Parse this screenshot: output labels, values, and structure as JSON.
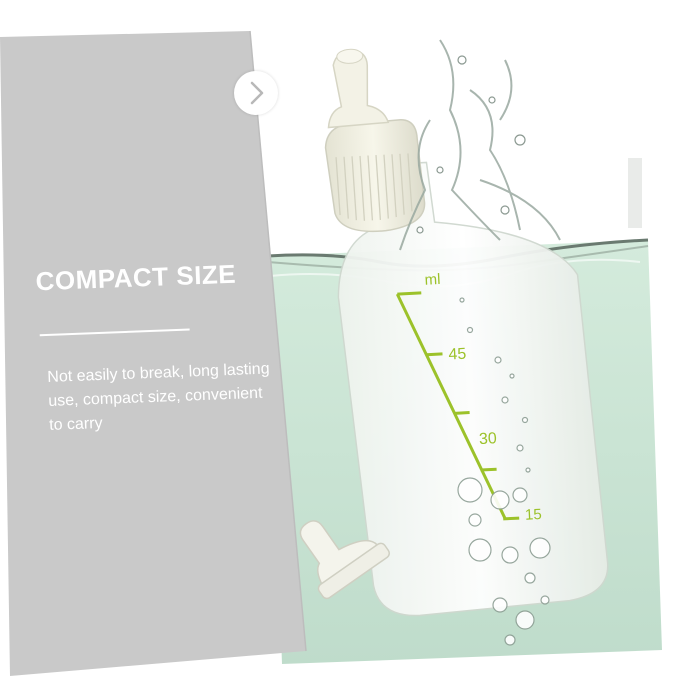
{
  "panel": {
    "headline": "COMPACT SIZE",
    "description": "Not easily to break, long lasting use, compact size, convenient to carry"
  },
  "bottle": {
    "markings": [
      "ml",
      "45",
      "30",
      "15"
    ]
  },
  "nav": {
    "next_icon": "chevron-right-icon"
  },
  "colors": {
    "panel": "#c9c9c9",
    "water": "#c9e3d3",
    "graduation": "#9cc22a",
    "cap": "#efeee0"
  }
}
